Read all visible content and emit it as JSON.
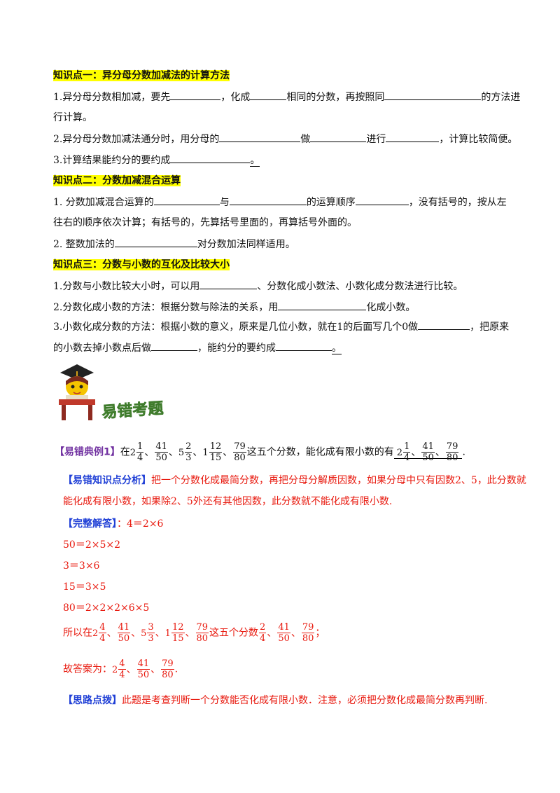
{
  "kp1": {
    "title": "知识点一：异分母分数加减法的计算方法",
    "item1_a": "1.异分母分数相加减，要先",
    "item1_b": "，化成",
    "item1_c": "相同的分数，再按照同",
    "item1_d": "的方法进",
    "item1_e": "行计算。",
    "item2_a": "2.异分母分数加减法通分时，用分母的",
    "item2_b": "做",
    "item2_c": "进行",
    "item2_d": "，计算比较简便。",
    "item3_a": "3.计算结果能约分的要约成",
    "item3_b": "。"
  },
  "kp2": {
    "title": "知识点二：分数加减混合运算",
    "item1_a": "1.  分数加减混合运算的",
    "item1_b": "与",
    "item1_c": "的运算顺序",
    "item1_d": "，没有括号的，按从左",
    "item1_e": "往右的顺序依次计算；有括号的，先算括号里面的，再算括号外面的。",
    "item2_a": "2.  整数加法的",
    "item2_b": "对分数加法同样适用。"
  },
  "kp3": {
    "title": "知识点三：分数与小数的互化及比较大小",
    "item1_a": "1.分数与小数比较大小时，可以用",
    "item1_b": "、分数化成小数法、小数化成分数法进行比较。",
    "item2_a": "2.分数化成小数的方法：根据分数与除法的关系，用",
    "item2_b": "化成小数。",
    "item3_a": "3.小数化成分数的方法：根据小数的意义，原来是几位小数，就在1的后面写几个0做",
    "item3_b": "，把原来",
    "item3_c": "的小数去掉小数点后做",
    "item3_d": "，能约分的要约成",
    "item3_e": "。"
  },
  "banner": {
    "text": "易错考题"
  },
  "example": {
    "label": "【易错典例1】",
    "q_pre": "在",
    "q_mid": "这五个分数，能化成有限小数的有",
    "q_end": ".",
    "sep": "、",
    "fractions": [
      {
        "w": "2",
        "n": "1",
        "d": "4"
      },
      {
        "w": "",
        "n": "41",
        "d": "50"
      },
      {
        "w": "5",
        "n": "2",
        "d": "3"
      },
      {
        "w": "1",
        "n": "12",
        "d": "15"
      },
      {
        "w": "",
        "n": "79",
        "d": "80"
      }
    ],
    "answer_fractions": [
      {
        "w": "2",
        "n": "1",
        "d": "4"
      },
      {
        "w": "",
        "n": "41",
        "d": "50"
      },
      {
        "w": "",
        "n": "79",
        "d": "80"
      }
    ]
  },
  "analysis": {
    "label": "【易错知识点分析】",
    "text1": "把一个分数化成最简分数，再把分母分解质因数，如果分母中只有因数2、5，此分数就",
    "text2": "能化成有限小数，如果除2、5外还有其他因数，此分数就不能化成有限小数."
  },
  "solution": {
    "label": "【完整解答】",
    "l1": "：4＝2×6",
    "l2": "50＝2×5×2",
    "l3": "3＝3×6",
    "l4": "15＝3×5",
    "l5": "80＝2×2×2×6×5",
    "so_pre": "所以在",
    "so_mid": "这五个分数",
    "so_end": "；",
    "so_fracs": [
      {
        "w": "2",
        "n": "4",
        "d": "4"
      },
      {
        "w": "",
        "n": "41",
        "d": "50"
      },
      {
        "w": "5",
        "n": "3",
        "d": "3"
      },
      {
        "w": "1",
        "n": "12",
        "d": "15"
      },
      {
        "w": "",
        "n": "79",
        "d": "80"
      }
    ],
    "so_res": [
      {
        "w": "",
        "n": "2",
        "d": "4"
      },
      {
        "w": "",
        "n": "41",
        "d": "50"
      },
      {
        "w": "",
        "n": "79",
        "d": "80"
      }
    ],
    "ans_pre": "故答案为：",
    "ans_fracs": [
      {
        "w": "2",
        "n": "4",
        "d": "4"
      },
      {
        "w": "",
        "n": "41",
        "d": "50"
      },
      {
        "w": "",
        "n": "79",
        "d": "80"
      }
    ],
    "ans_end": "."
  },
  "hint": {
    "label": "【思路点拨】",
    "text": "此题是考查判断一个分数能否化成有限小数．注意，必须把分数化成最简分数再判断."
  },
  "colors": {
    "highlight": "#ffff00",
    "red": "#e8190e",
    "purple": "#7030a0",
    "blue": "#1f3fd6",
    "banner": "#6aa84f"
  }
}
